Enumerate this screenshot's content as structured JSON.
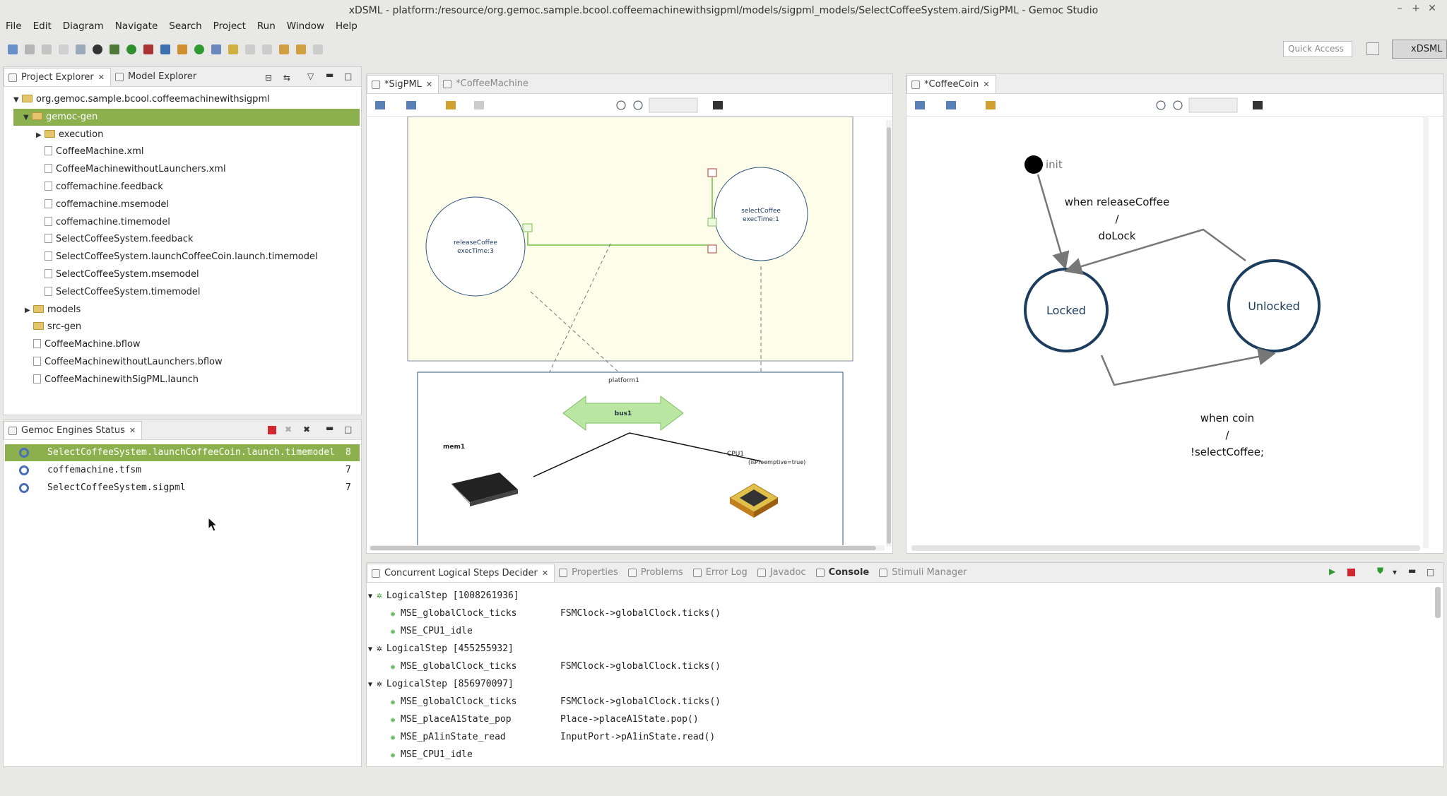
{
  "window": {
    "title": "xDSML - platform:/resource/org.gemoc.sample.bcool.coffeemachinewithsigpml/models/sigpml_models/SelectCoffeeSystem.aird/SigPML - Gemoc Studio"
  },
  "menu": [
    "File",
    "Edit",
    "Diagram",
    "Navigate",
    "Search",
    "Project",
    "Run",
    "Window",
    "Help"
  ],
  "quick_access": {
    "placeholder": "Quick Access"
  },
  "perspective": {
    "label": "xDSML"
  },
  "project_explorer": {
    "tabs": [
      "Project Explorer",
      "Model Explorer"
    ],
    "items": [
      {
        "label": "org.gemoc.sample.bcool.coffeemachinewithsigpml",
        "kind": "project",
        "depth": 0,
        "expanded": true
      },
      {
        "label": "gemoc-gen",
        "kind": "folder",
        "depth": 1,
        "expanded": true,
        "selected": true
      },
      {
        "label": "execution",
        "kind": "folder",
        "depth": 2,
        "expanded": false
      },
      {
        "label": "CoffeeMachine.xml",
        "kind": "file",
        "depth": 2
      },
      {
        "label": "CoffeeMachinewithoutLaunchers.xml",
        "kind": "file",
        "depth": 2
      },
      {
        "label": "coffemachine.feedback",
        "kind": "file",
        "depth": 2
      },
      {
        "label": "coffemachine.msemodel",
        "kind": "file",
        "depth": 2
      },
      {
        "label": "coffemachine.timemodel",
        "kind": "file",
        "depth": 2
      },
      {
        "label": "SelectCoffeeSystem.feedback",
        "kind": "file",
        "depth": 2
      },
      {
        "label": "SelectCoffeeSystem.launchCoffeeCoin.launch.timemodel",
        "kind": "file",
        "depth": 2
      },
      {
        "label": "SelectCoffeeSystem.msemodel",
        "kind": "file",
        "depth": 2
      },
      {
        "label": "SelectCoffeeSystem.timemodel",
        "kind": "file",
        "depth": 2
      },
      {
        "label": "models",
        "kind": "folder",
        "depth": 1,
        "expanded": false
      },
      {
        "label": "src-gen",
        "kind": "folder",
        "depth": 1
      },
      {
        "label": "CoffeeMachine.bflow",
        "kind": "file",
        "depth": 1
      },
      {
        "label": "CoffeeMachinewithoutLaunchers.bflow",
        "kind": "file",
        "depth": 1
      },
      {
        "label": "CoffeeMachinewithSigPML.launch",
        "kind": "file",
        "depth": 1
      }
    ]
  },
  "engines": {
    "tab": "Gemoc Engines Status",
    "rows": [
      {
        "name": "SelectCoffeeSystem.launchCoffeeCoin.launch.timemodel",
        "count": "8",
        "selected": true
      },
      {
        "name": "coffemachine.tfsm",
        "count": "7"
      },
      {
        "name": "SelectCoffeeSystem.sigpml",
        "count": "7"
      }
    ]
  },
  "editors": {
    "left_tabs": [
      "*SigPML",
      "*CoffeeMachine"
    ],
    "right_tabs": [
      "*CoffeeCoin"
    ]
  },
  "sigpml": {
    "agent1": {
      "name": "releaseCoffee",
      "detail": "execTime:3"
    },
    "agent2": {
      "name": "selectCoffee",
      "detail": "execTime:1"
    },
    "platform": "platform1",
    "bus": "bus1",
    "mem": "mem1",
    "cpu": "CPU1",
    "cpu_detail": "(isPreemptive=true)"
  },
  "fsm": {
    "init": "init",
    "state_locked": "Locked",
    "state_unlocked": "Unlocked",
    "t1": [
      "when releaseCoffee",
      "/",
      "doLock"
    ],
    "t2": [
      "when coin",
      "/",
      "!selectCoffee;"
    ]
  },
  "bottom": {
    "tabs": [
      "Concurrent Logical Steps Decider",
      "Properties",
      "Problems",
      "Error Log",
      "Javadoc",
      "Console",
      "Stimuli Manager"
    ],
    "steps": [
      {
        "label": "LogicalStep [1008261936]",
        "color": "#2f9b2f",
        "items": [
          {
            "mse": "MSE_globalClock_ticks",
            "call": "FSMClock->globalClock.ticks()"
          },
          {
            "mse": "MSE_CPU1_idle",
            "call": ""
          }
        ]
      },
      {
        "label": "LogicalStep [455255932]",
        "color": "#111",
        "items": [
          {
            "mse": "MSE_globalClock_ticks",
            "call": "FSMClock->globalClock.ticks()"
          }
        ]
      },
      {
        "label": "LogicalStep [856970097]",
        "color": "#111",
        "items": [
          {
            "mse": "MSE_globalClock_ticks",
            "call": "FSMClock->globalClock.ticks()"
          },
          {
            "mse": "MSE_placeA1State_pop",
            "call": "Place->placeA1State.pop()"
          },
          {
            "mse": "MSE_pA1inState_read",
            "call": "InputPort->pA1inState.read()"
          },
          {
            "mse": "MSE_CPU1_idle",
            "call": ""
          }
        ]
      }
    ]
  }
}
